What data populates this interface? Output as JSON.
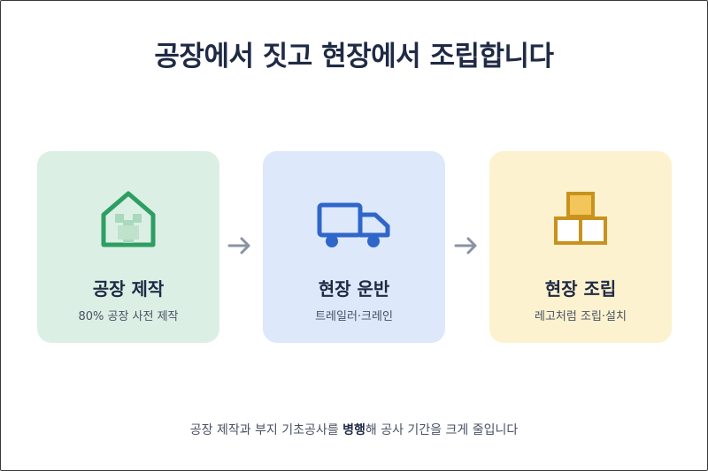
{
  "title": "공장에서 짓고 현장에서 조립합니다",
  "steps": [
    {
      "label": "공장 제작",
      "sub": "80% 공장 사전 제작",
      "icon": "house-icon",
      "color": "#2e9e63"
    },
    {
      "label": "현장 운반",
      "sub": "트레일러·크레인",
      "icon": "truck-icon",
      "color": "#2f66c9"
    },
    {
      "label": "현장 조립",
      "sub": "레고처럼 조립·설치",
      "icon": "stacked-boxes-icon",
      "color": "#c9921e"
    }
  ],
  "footer": {
    "before": "공장 제작과 부지 기초공사를 ",
    "emphasis": "병행",
    "after": "해 공사 기간을 크게 줄입니다"
  },
  "arrow_icon": "arrow-right-icon"
}
